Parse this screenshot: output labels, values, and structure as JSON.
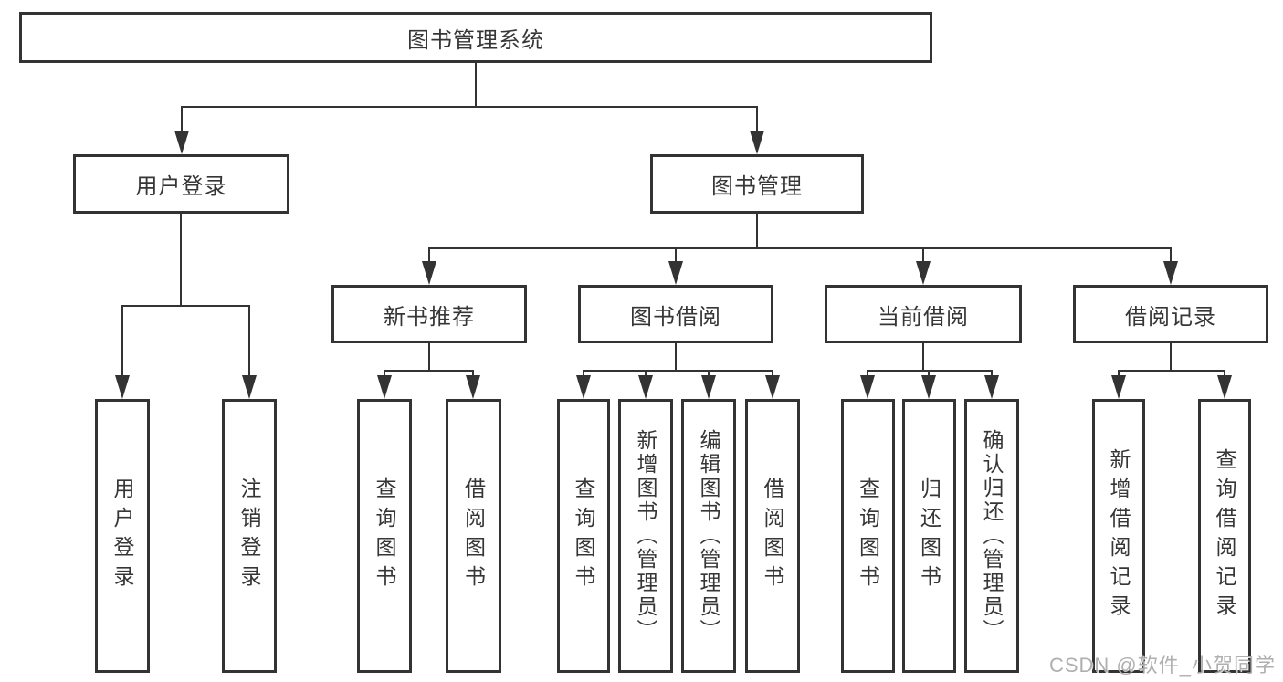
{
  "diagram_title": "图书管理系统",
  "nodes": {
    "root": "图书管理系统",
    "l2": [
      "用户登录",
      "图书管理"
    ],
    "l3": [
      "新书推荐",
      "图书借阅",
      "当前借阅",
      "借阅记录"
    ],
    "leaves_user": [
      "用户登录",
      "注销登录"
    ],
    "leaves_newbook": [
      "查询图书",
      "借阅图书"
    ],
    "leaves_borrow": [
      "查询图书",
      "新增图书（管理员）",
      "编辑图书（管理员）",
      "借阅图书"
    ],
    "leaves_current": [
      "查询图书",
      "归还图书",
      "确认归还（管理员）"
    ],
    "leaves_record": [
      "新增借阅记录",
      "查询借阅记录"
    ]
  },
  "hierarchy": {
    "图书管理系统": {
      "用户登录": [
        "用户登录",
        "注销登录"
      ],
      "图书管理": {
        "新书推荐": [
          "查询图书",
          "借阅图书"
        ],
        "图书借阅": [
          "查询图书",
          "新增图书（管理员）",
          "编辑图书（管理员）",
          "借阅图书"
        ],
        "当前借阅": [
          "查询图书",
          "归还图书",
          "确认归还（管理员）"
        ],
        "借阅记录": [
          "新增借阅记录",
          "查询借阅记录"
        ]
      }
    }
  },
  "colors": {
    "line": "#333333",
    "box_border": "#333333",
    "box_fill": "#ffffff",
    "text": "#363636",
    "background": "#ffffff",
    "watermark": "#a8a8a8"
  },
  "watermark": "CSDN @软件_小贺同学"
}
